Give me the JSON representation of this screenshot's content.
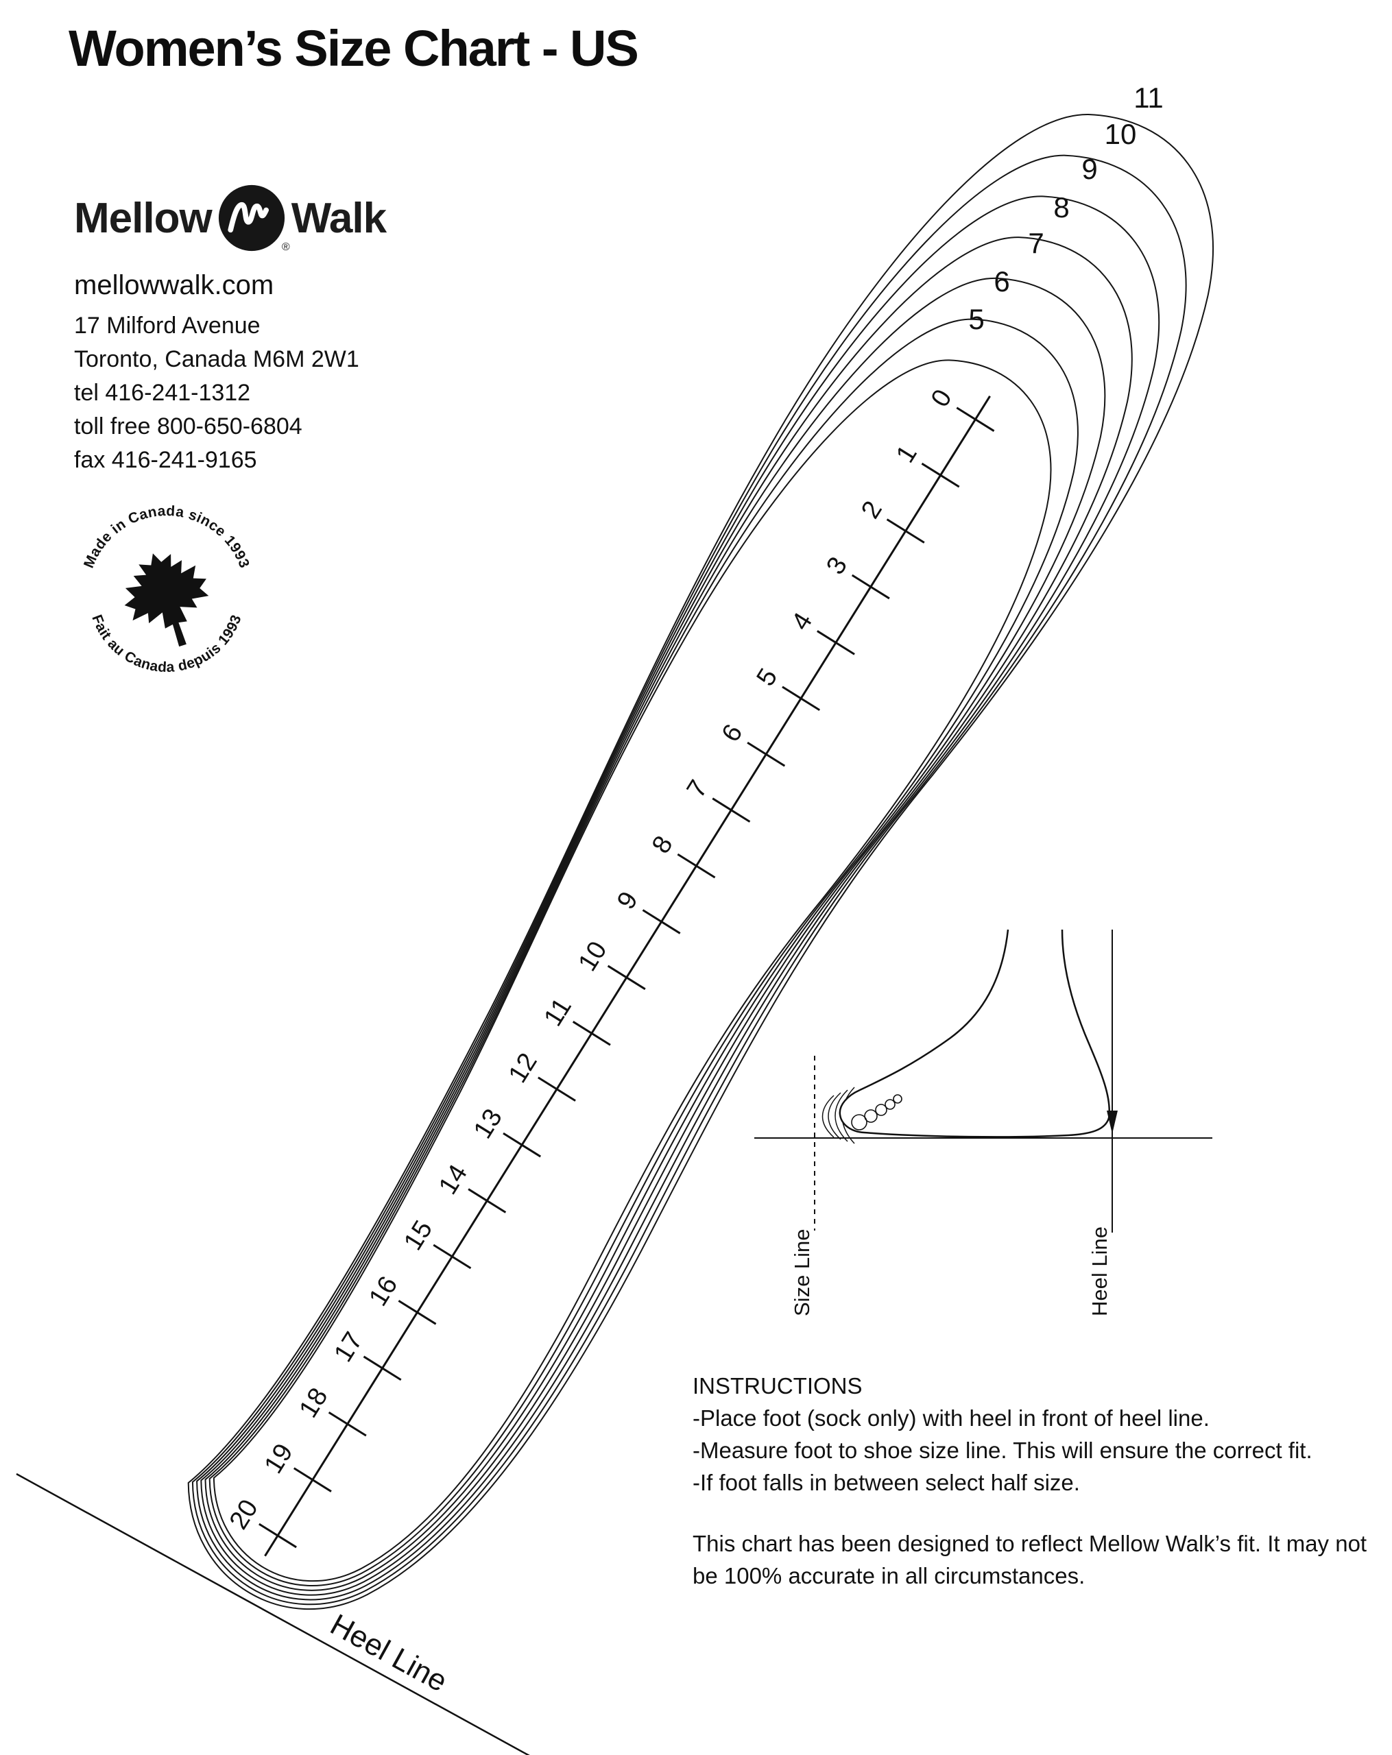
{
  "page": {
    "title": "Women’s Size Chart - US"
  },
  "logo": {
    "word_left": "Mellow",
    "word_right": "Walk",
    "registered_mark": "®"
  },
  "contact": {
    "website": "mellowwalk.com",
    "lines": [
      "17 Milford Avenue",
      "Toronto, Canada M6M 2W1",
      "tel 416-241-1312",
      "toll free 800-650-6804",
      "fax 416-241-9165"
    ]
  },
  "stamp": {
    "arc_top": "Made in Canada since 1993",
    "arc_bottom": "Fait au Canada depuis 1993"
  },
  "size_chart": {
    "size_labels": [
      "11",
      "10",
      "9",
      "8",
      "7",
      "6",
      "5"
    ],
    "ruler_numbers": [
      "0",
      "1",
      "2",
      "3",
      "4",
      "5",
      "6",
      "7",
      "8",
      "9",
      "10",
      "11",
      "12",
      "13",
      "14",
      "15",
      "16",
      "17",
      "18",
      "19",
      "20"
    ],
    "heel_line_label": "Heel Line"
  },
  "foot_diagram": {
    "size_line_label": "Size Line",
    "heel_line_label": "Heel Line"
  },
  "instructions": {
    "heading": "INSTRUCTIONS",
    "lines": [
      "-Place foot (sock only) with heel in front of heel line.",
      "-Measure foot to shoe size line. This will ensure the correct fit.",
      "-If foot falls in between select half size."
    ],
    "disclaimer": "This chart has been designed to reflect Mellow Walk’s fit. It may not be 100% accurate in all circumstances."
  }
}
